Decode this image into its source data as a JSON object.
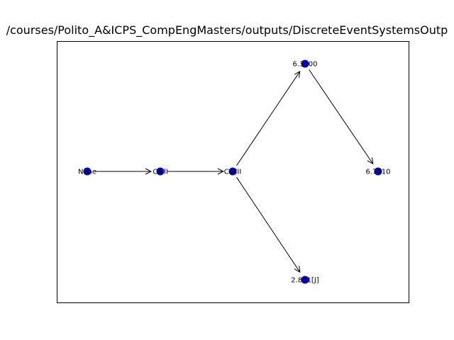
{
  "figure": {
    "title": "/courses/Polito_A&ICPS_CompEngMasters/outputs/DiscreteEventSystemsOutp"
  },
  "graph": {
    "node_color": "#0000cc",
    "edge_color": "#000000",
    "nodes": [
      {
        "id": "none",
        "label": "None"
      },
      {
        "id": "call",
        "label": "CallI"
      },
      {
        "id": "callii",
        "label": "CallII"
      },
      {
        "id": "n63100",
        "label": "6.3100"
      },
      {
        "id": "n67010",
        "label": "6.7010"
      },
      {
        "id": "n2801",
        "label": "2.801[J]"
      }
    ],
    "edges": [
      {
        "from": "none",
        "to": "call"
      },
      {
        "from": "call",
        "to": "callii"
      },
      {
        "from": "callii",
        "to": "n63100"
      },
      {
        "from": "n63100",
        "to": "n67010"
      },
      {
        "from": "callii",
        "to": "n2801"
      }
    ]
  }
}
